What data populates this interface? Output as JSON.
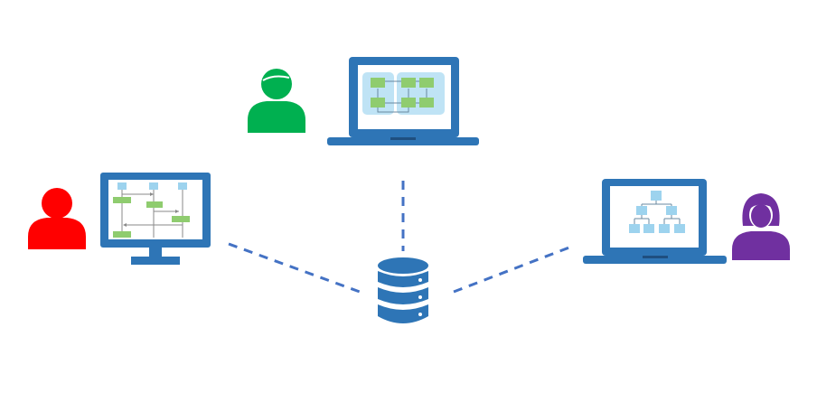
{
  "diagram": {
    "users": [
      {
        "name": "user-red",
        "icon": "person-icon",
        "color": "#ff0000"
      },
      {
        "name": "user-green",
        "icon": "person-icon",
        "color": "#00b050"
      },
      {
        "name": "user-purple",
        "icon": "woman-person-icon",
        "color": "#7030a0"
      }
    ],
    "devices": [
      {
        "name": "desktop-monitor",
        "icon": "monitor-icon",
        "screen_content": "sequence-diagram"
      },
      {
        "name": "laptop-center",
        "icon": "laptop-icon",
        "screen_content": "flowchart"
      },
      {
        "name": "laptop-right",
        "icon": "laptop-icon",
        "screen_content": "org-chart"
      }
    ],
    "server": {
      "name": "database",
      "icon": "database-icon"
    },
    "connections": [
      {
        "from": "desktop-monitor",
        "to": "database",
        "style": "dashed"
      },
      {
        "from": "laptop-center",
        "to": "database",
        "style": "dashed"
      },
      {
        "from": "laptop-right",
        "to": "database",
        "style": "dashed"
      }
    ],
    "colors": {
      "device_blue": "#2e75b6",
      "connector_blue": "#4472c4",
      "box_green": "#8fcc6f",
      "box_lightblue": "#9dd3ee",
      "line_grey": "#8a8a8a"
    }
  }
}
